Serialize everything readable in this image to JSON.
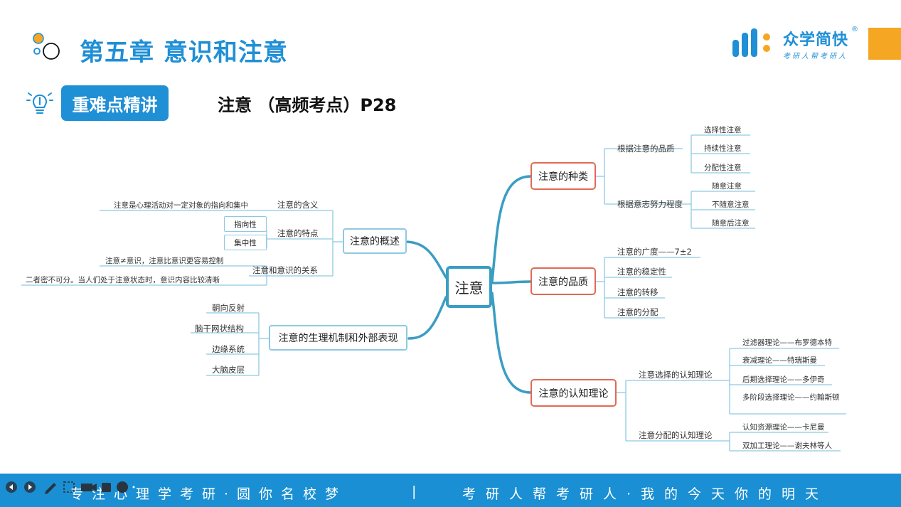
{
  "header": {
    "chapter_title": "第五章 意识和注意",
    "badge": "重难点精讲",
    "topic_title": "注意 （高频考点）P28"
  },
  "brand": {
    "name": "众学简快",
    "slogan": "考研人帮考研人",
    "reg_mark": "®"
  },
  "mindmap": {
    "center": "注意",
    "types": {
      "label": "注意的种类",
      "by_quality": "根据注意的品质",
      "quality_items": [
        "选择性注意",
        "持续性注意",
        "分配性注意"
      ],
      "by_effort": "根据意志努力程度",
      "effort_items": [
        "随意注意",
        "不随意注意",
        "随意后注意"
      ]
    },
    "qualities": {
      "label": "注意的品质",
      "items": [
        "注意的广度——7±2",
        "注意的稳定性",
        "注意的转移",
        "注意的分配"
      ]
    },
    "cognitive": {
      "label": "注意的认知理论",
      "selection": "注意选择的认知理论",
      "selection_items": [
        "过滤器理论——布罗德本特",
        "衰减理论——特瑞斯曼",
        "后期选择理论——多伊奇",
        "多阶段选择理论——约翰斯顿"
      ],
      "allocation": "注意分配的认知理论",
      "allocation_items": [
        "认知资源理论——卡尼曼",
        "双加工理论——谢夫林等人"
      ]
    },
    "overview": {
      "label": "注意的概述",
      "meaning": "注意的含义",
      "meaning_detail": "注意是心理活动对一定对象的指向和集中",
      "features": "注意的特点",
      "feature_items": [
        "指向性",
        "集中性"
      ],
      "relation": "注意和意识的关系",
      "relation_items": [
        "注意≠意识，注意比意识更容易控制",
        "二者密不可分。当人们处于注意状态时，意识内容比较清晰"
      ]
    },
    "physiology": {
      "label": "注意的生理机制和外部表现",
      "items": [
        "朝向反射",
        "脑干网状结构",
        "边缘系统",
        "大脑皮层"
      ]
    }
  },
  "footer": {
    "left": "专注心理学考研·圆你名校梦",
    "separator": "|",
    "right": "考研人帮考研人·我的今天你的明天"
  },
  "controls": [
    "prev-icon",
    "next-icon",
    "pen-icon",
    "select-icon",
    "camera-icon",
    "stop-icon",
    "chat-icon",
    "more-icon"
  ],
  "colors": {
    "accent": "#1f8fd6",
    "branch": "#3a9dc3",
    "red_border": "#e06a55",
    "orange": "#f5a623"
  }
}
